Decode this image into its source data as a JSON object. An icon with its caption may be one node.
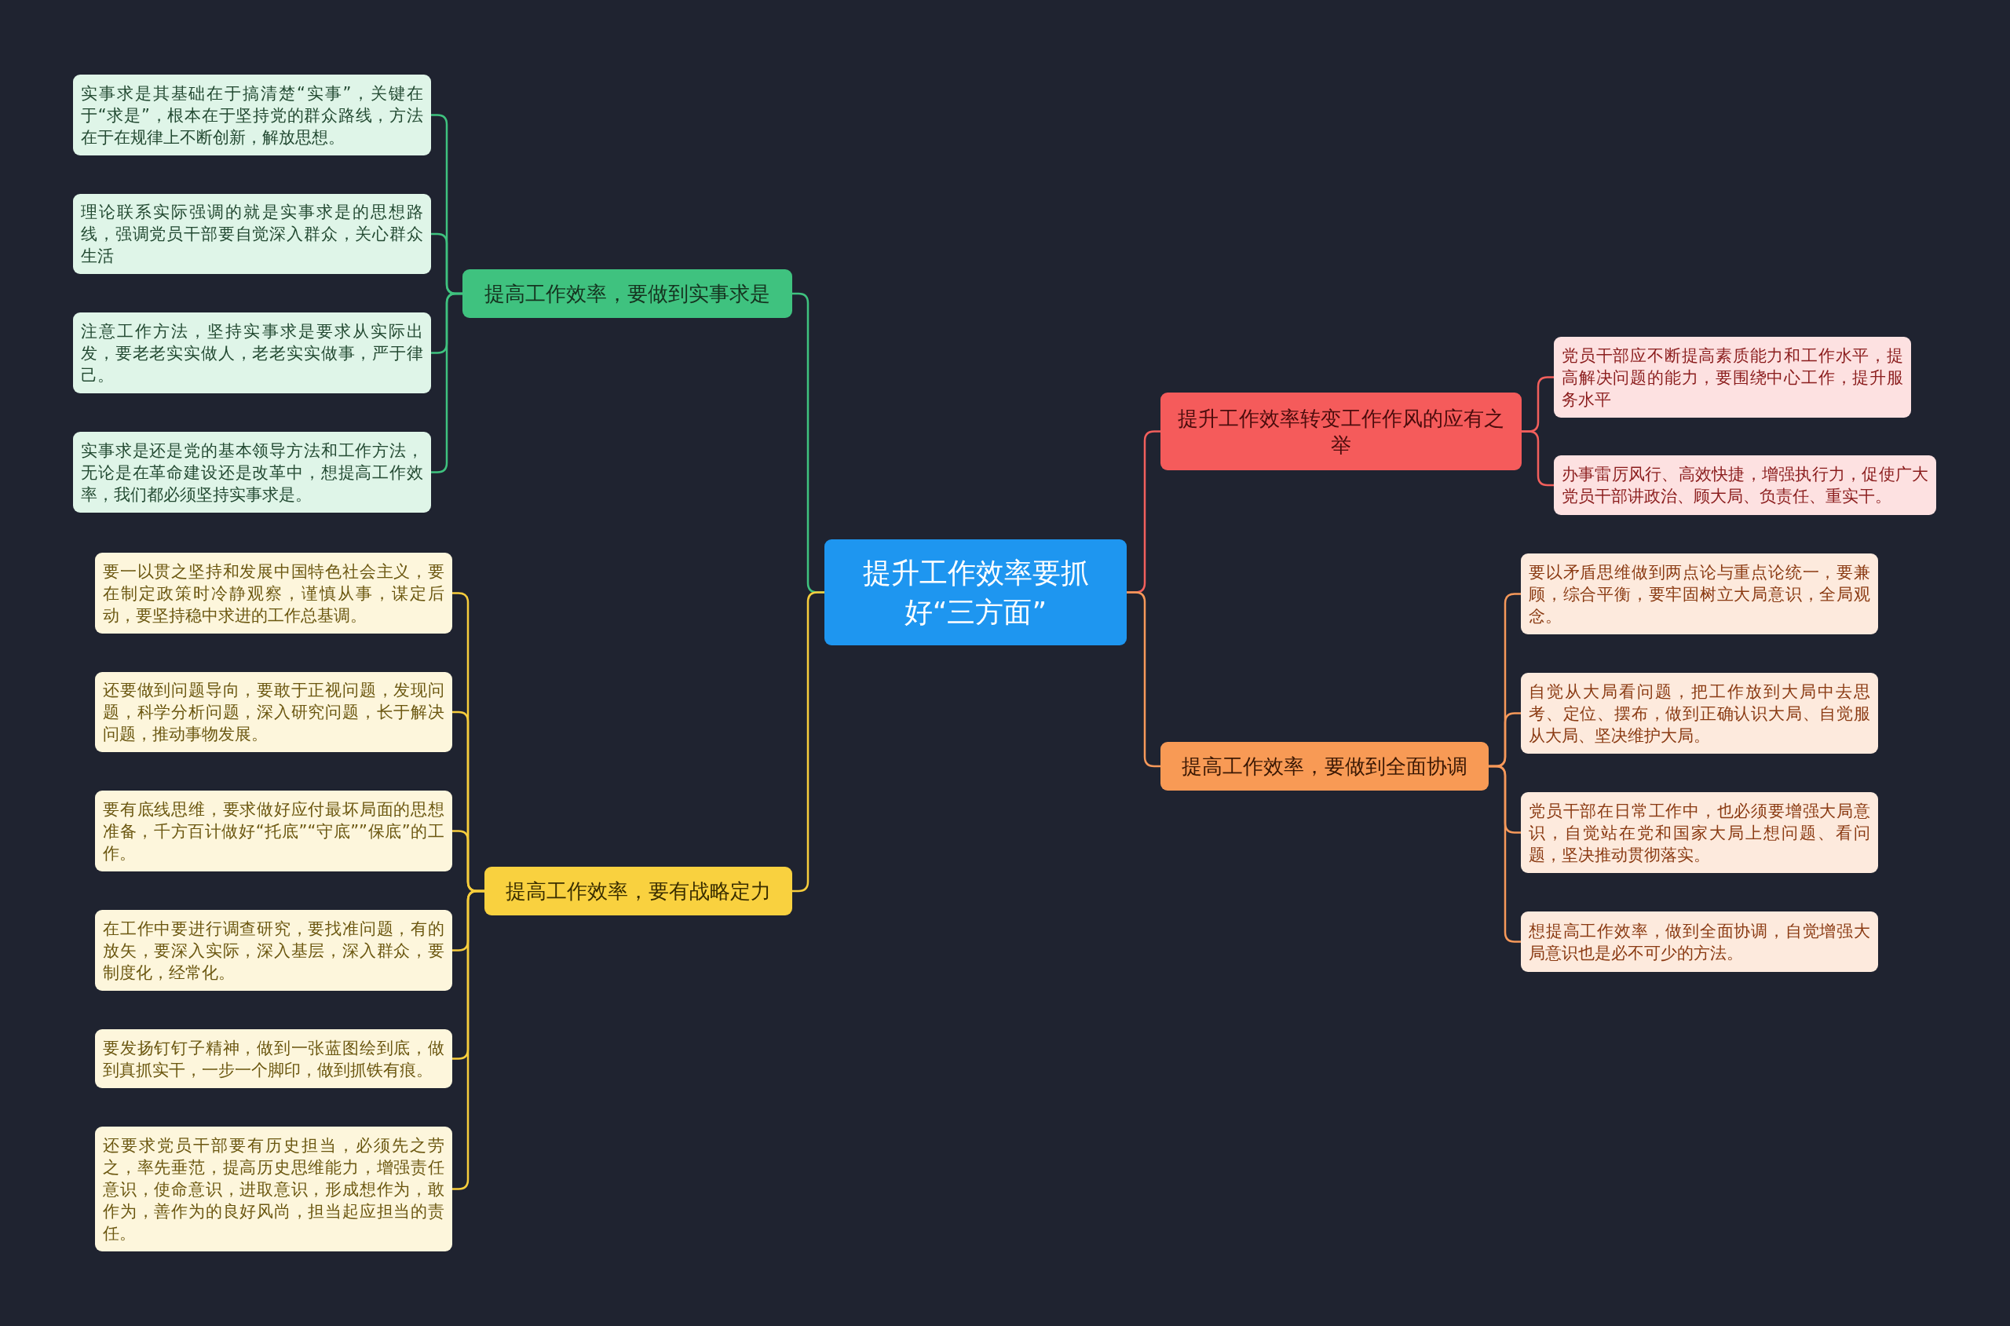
{
  "diagram": {
    "nodes": [
      {
        "text": [
          "提升工作效率要抓好“三方面”"
        ]
      },
      {
        "text": [
          "提高工作效率，要做到实事求是"
        ]
      },
      {
        "text": [
          "实事求是其基础在于搞清楚“实事”，关键在于“求是”，根本在于坚持党的群众路线，方法在于在规律上不断创新，解放思想。"
        ]
      },
      {
        "text": [
          "理论联系实际强调的就是实事求是的思想路线，强调党员干部要自觉深入群众，关心群众生活"
        ]
      },
      {
        "text": [
          "注意工作方法，坚持实事求是要求从实际出发，要老老实实做人，老老实实做事，严于律己。"
        ]
      },
      {
        "text": [
          "实事求是还是党的基本领导方法和工作方法，无论是在革命建设还是改革中，想提高工作效率，我们都必须坚持实事求是。"
        ]
      },
      {
        "text": [
          "提高工作效率，要有战略定力"
        ]
      },
      {
        "text": [
          "要一以贯之坚持和发展中国特色社会主义，要在制定政策时冷静观察，谨慎从事，谋定后动，要坚持稳中求进的工作总基调。"
        ]
      },
      {
        "text": [
          "还要做到问题导向，要敢于正视问题，发现问题，科学分析问题，深入研究问题，长于解决问题，推动事物发展。"
        ]
      },
      {
        "text": [
          "要有底线思维，要求做好应付最坏局面的思想准备，千方百计做好“托底”“守底””保底”的工作。"
        ]
      },
      {
        "text": [
          "在工作中要进行调查研究，要找准问题，有的放矢，要深入实际，深入基层，深入群众，要制度化，经常化。"
        ]
      },
      {
        "text": [
          "要发扬钉钉子精神，做到一张蓝图绘到底，做到真抓实干，一步一个脚印，做到抓铁有痕。"
        ]
      },
      {
        "text": [
          "还要求党员干部要有历史担当，必须先之劳之，率先垂范，提高历史思维能力，增强责任意识，使命意识，进取意识，形成想作为，敢作为，善作为的良好风尚，担当起应担当的责任。"
        ]
      },
      {
        "text": [
          "提升工作效率转变工作作风的应有之举"
        ]
      },
      {
        "text": [
          "党员干部应不断提高素质能力和工作水平，提高解决问题的能力，要围绕中心工作，提升服务水平"
        ]
      },
      {
        "text": [
          "办事雷厉风行、高效快捷，增强执行力，促使广大党员干部讲政治、顾大局、负责任、重实干。"
        ]
      },
      {
        "text": [
          "提高工作效率，要做到全面协调"
        ]
      },
      {
        "text": [
          "要以矛盾思维做到两点论与重点论统一，要兼顾，综合平衡，要牢固树立大局意识，全局观念。"
        ]
      },
      {
        "text": [
          "自觉从大局看问题，把工作放到大局中去思考、定位、摆布，做到正确认识大局、自觉服从大局、坚决维护大局。"
        ]
      },
      {
        "text": [
          "党员干部在日常工作中，也必须要增强大局意识，自觉站在党和国家大局上想问题、看问题，坚决推动贯彻落实。"
        ]
      },
      {
        "text": [
          "想提高工作效率，做到全面协调，自觉增强大局意识也是必不可少的方法。"
        ]
      }
    ],
    "edges": [
      {
        "from": 0,
        "to": 1,
        "arrow": "none",
        "color": "#3fc27f"
      },
      {
        "from": 1,
        "to": 2,
        "arrow": "none",
        "color": "#3fc27f"
      },
      {
        "from": 1,
        "to": 3,
        "arrow": "none",
        "color": "#3fc27f"
      },
      {
        "from": 1,
        "to": 4,
        "arrow": "none",
        "color": "#3fc27f"
      },
      {
        "from": 1,
        "to": 5,
        "arrow": "none",
        "color": "#3fc27f"
      },
      {
        "from": 0,
        "to": 6,
        "arrow": "none",
        "color": "#f7cd3c"
      },
      {
        "from": 6,
        "to": 7,
        "arrow": "none",
        "color": "#f7cd3c"
      },
      {
        "from": 6,
        "to": 8,
        "arrow": "none",
        "color": "#f7cd3c"
      },
      {
        "from": 6,
        "to": 9,
        "arrow": "none",
        "color": "#f7cd3c"
      },
      {
        "from": 6,
        "to": 10,
        "arrow": "none",
        "color": "#f7cd3c"
      },
      {
        "from": 6,
        "to": 11,
        "arrow": "none",
        "color": "#f7cd3c"
      },
      {
        "from": 6,
        "to": 12,
        "arrow": "none",
        "color": "#f7cd3c"
      },
      {
        "from": 0,
        "to": 13,
        "arrow": "none",
        "color": "#f25f5c"
      },
      {
        "from": 13,
        "to": 14,
        "arrow": "none",
        "color": "#f25f5c"
      },
      {
        "from": 13,
        "to": 15,
        "arrow": "none",
        "color": "#f25f5c"
      },
      {
        "from": 0,
        "to": 16,
        "arrow": "none",
        "color": "#f7995a"
      },
      {
        "from": 16,
        "to": 17,
        "arrow": "none",
        "color": "#f7995a"
      },
      {
        "from": 16,
        "to": 18,
        "arrow": "none",
        "color": "#f7995a"
      },
      {
        "from": 16,
        "to": 19,
        "arrow": "none",
        "color": "#f7995a"
      },
      {
        "from": 16,
        "to": 20,
        "arrow": "none",
        "color": "#f7995a"
      }
    ]
  }
}
